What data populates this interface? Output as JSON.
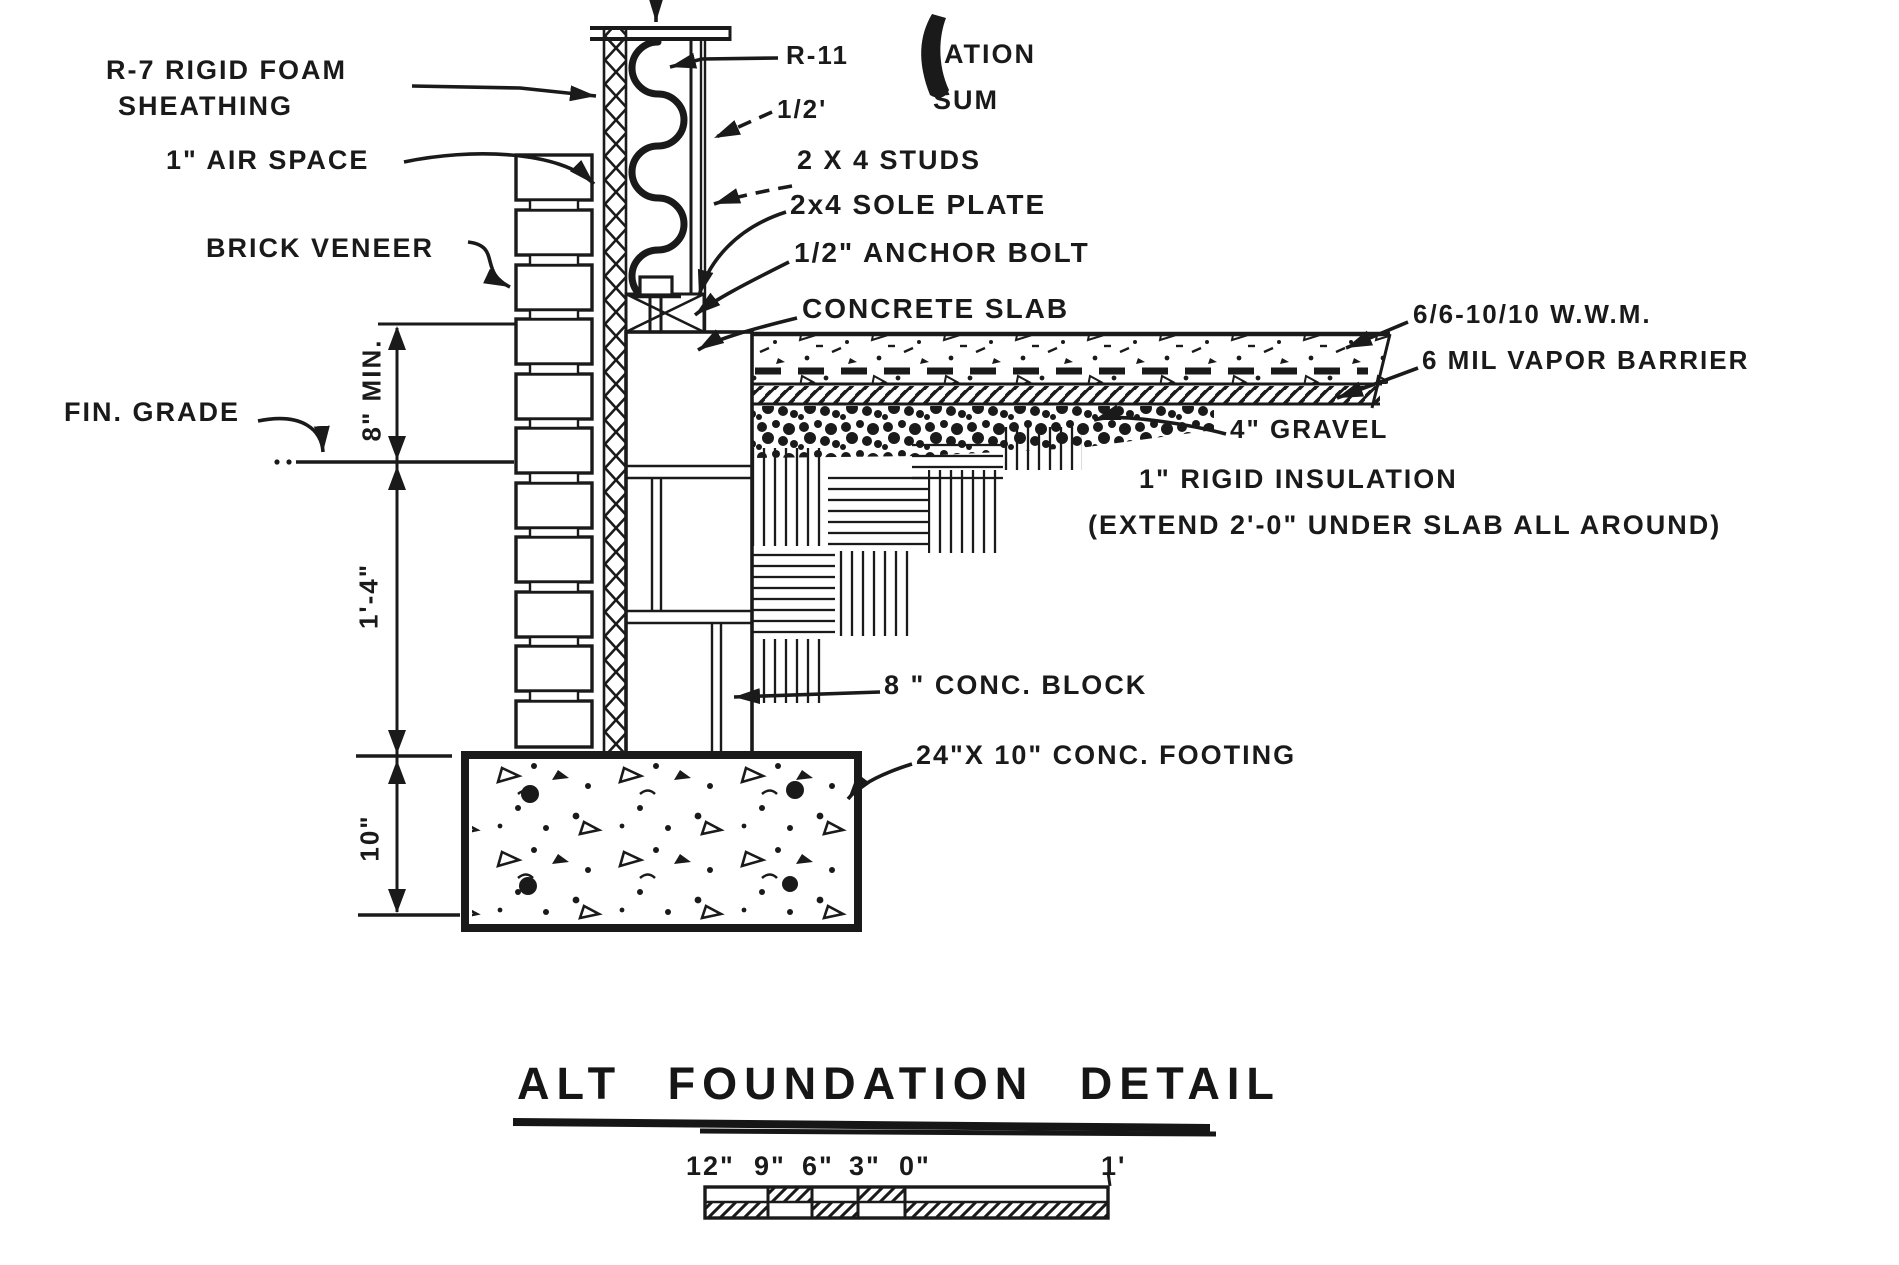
{
  "title": "ALT FOUNDATION DETAIL",
  "callouts": {
    "r7_line1": "R-7 RIGID FOAM",
    "r7_line2": "SHEATHING",
    "air_space": "1\" AIR SPACE",
    "brick_veneer": "BRICK VENEER",
    "fin_grade": "FIN. GRADE",
    "r11": "R-11",
    "partial_insulation": "ATION",
    "partial_gypsum": "SUM",
    "half_inch": "1/2'",
    "studs": "2 X 4 STUDS",
    "sole_plate": "2x4 SOLE PLATE",
    "anchor_bolt": "1/2\" ANCHOR BOLT",
    "concrete_slab": "CONCRETE SLAB",
    "wwm": "6/6-10/10 W.W.M.",
    "vapor_barrier": "6 MIL VAPOR BARRIER",
    "gravel": "4\" GRAVEL",
    "rigid_insulation": "1\" RIGID INSULATION",
    "rigid_insulation_note": "(EXTEND 2'-0\" UNDER SLAB ALL AROUND)",
    "conc_block": "8 \" CONC. BLOCK",
    "conc_footing": "24\"X 10\" CONC. FOOTING"
  },
  "dimensions": {
    "height_8min": "8\" MIN.",
    "height_1ft4": "1'-4\"",
    "footing_10": "10\""
  },
  "scale_bar": {
    "ticks": [
      "12\"",
      "9\"",
      "6\"",
      "3\"",
      "0\""
    ],
    "end": "1'"
  },
  "colors": {
    "ink": "#1a1a1a",
    "paper": "#ffffff"
  }
}
